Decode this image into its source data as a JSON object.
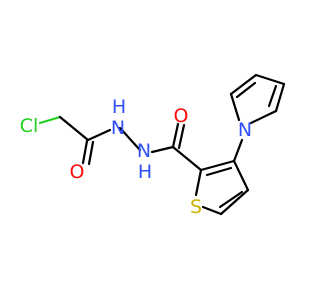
{
  "colors": {
    "carbon_bond": "#000000",
    "chlorine": "#1fd01f",
    "oxygen": "#ff0d0d",
    "nitrogen": "#3050f8",
    "sulfur": "#c8b400"
  },
  "atoms": {
    "cl": "Cl",
    "o_left": "O",
    "nh_top_n": "N",
    "nh_top_h": "H",
    "nh_bottom_n": "N",
    "nh_bottom_h": "H",
    "o_right": "O",
    "n_pyrrole": "N",
    "s_thiophene": "S"
  }
}
